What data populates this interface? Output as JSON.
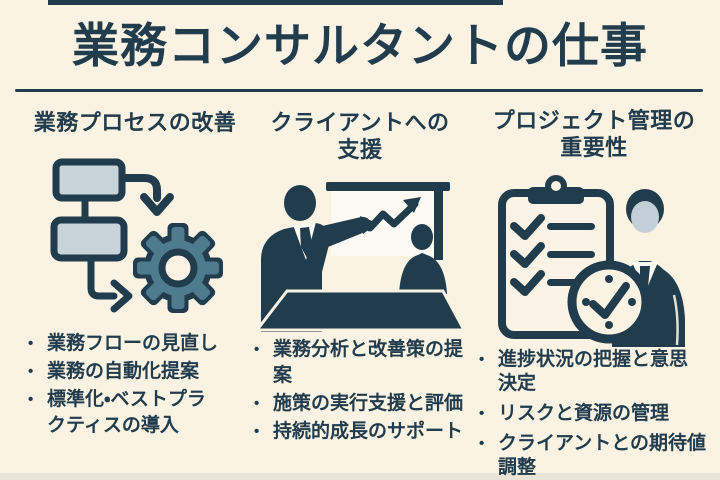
{
  "palette": {
    "bg": "#FAF2E2",
    "ink": "#213C4D",
    "steel": "#4E7B8E",
    "shape": "#C7D4DA",
    "paper": "#FCFAF3",
    "clipboard": "#FBF4E6",
    "face": "#C3CFD7"
  },
  "header": {
    "title": "業務コンサルタントの仕事"
  },
  "bullet_char": "•",
  "columns": [
    {
      "heading": "業務プロセスの改善",
      "icon": "flowchart-gear",
      "bullets": [
        "業務フローの見直し",
        "業務の自動化提案",
        "標準化・ベストプラ\nクティスの導入"
      ]
    },
    {
      "heading": "クライアントへの\n支援",
      "icon": "presentation-meeting",
      "bullets": [
        "業務分析と改善策の提案",
        "施策の実行支援と評価",
        "持続的成長のサポート"
      ]
    },
    {
      "heading": "プロジェクト管理の\n重要性",
      "icon": "clipboard-clock-consultant",
      "bullets": [
        "進捗状況の把握と意思\n決定",
        "リスクと資源の管理",
        "クライアントとの期待値\n調整"
      ]
    }
  ]
}
